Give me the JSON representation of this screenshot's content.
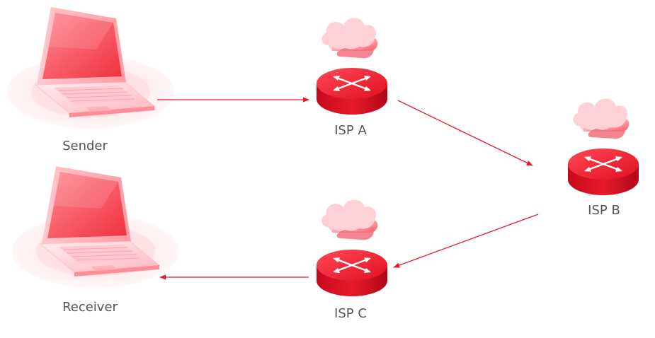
{
  "diagram": {
    "nodes": [
      {
        "id": "sender",
        "label": "Sender",
        "kind": "laptop"
      },
      {
        "id": "isp_a",
        "label": "ISP A",
        "kind": "router"
      },
      {
        "id": "isp_b",
        "label": "ISP B",
        "kind": "router"
      },
      {
        "id": "isp_c",
        "label": "ISP C",
        "kind": "router"
      },
      {
        "id": "receiver",
        "label": "Receiver",
        "kind": "laptop"
      }
    ],
    "edges": [
      {
        "from": "sender",
        "to": "isp_a"
      },
      {
        "from": "isp_a",
        "to": "isp_b"
      },
      {
        "from": "isp_b",
        "to": "isp_c"
      },
      {
        "from": "isp_c",
        "to": "receiver"
      }
    ],
    "colors": {
      "accent": "#e8192c",
      "accent_dark": "#b80f1f",
      "label": "#555555"
    }
  }
}
